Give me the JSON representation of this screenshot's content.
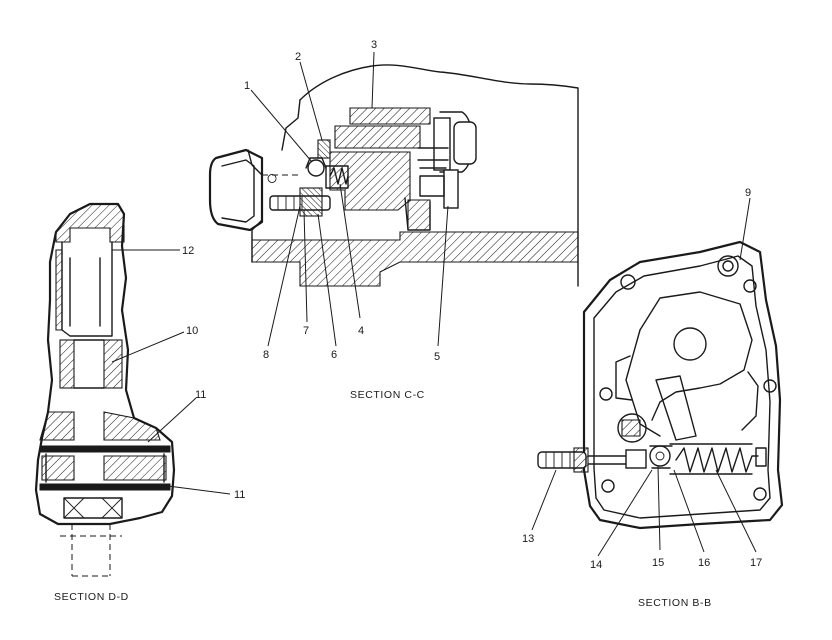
{
  "views": {
    "section_cc": {
      "caption": "SECTION C-C",
      "callouts": [
        "1",
        "2",
        "3",
        "4",
        "5",
        "6",
        "7",
        "8"
      ]
    },
    "section_dd": {
      "caption": "SECTION D-D",
      "callouts": [
        "10",
        "11",
        "11",
        "12"
      ]
    },
    "section_bb": {
      "caption": "SECTION B-B",
      "callouts": [
        "9",
        "13",
        "14",
        "15",
        "16",
        "17"
      ]
    }
  },
  "colors": {
    "ink": "#1a1a1a",
    "paper": "#ffffff"
  }
}
